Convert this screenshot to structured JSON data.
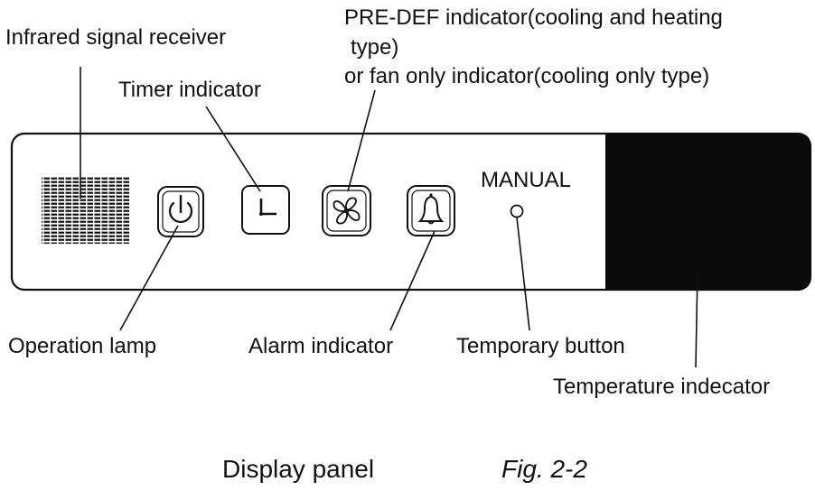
{
  "labels": {
    "infrared": "Infrared signal receiver",
    "timer": "Timer indicator",
    "predef_line1": "PRE-DEF indicator(cooling and heating",
    "predef_line2": "type)",
    "predef_line3": "or fan only indicator(cooling only type)",
    "manual": "MANUAL",
    "operation": "Operation lamp",
    "alarm": "Alarm indicator",
    "temporary": "Temporary button",
    "temperature": "Temperature indecator"
  },
  "caption": {
    "title": "Display panel",
    "fig": "Fig. 2-2"
  },
  "icons": [
    "infrared-receiver-grid",
    "power-icon",
    "clock-icon",
    "fan-icon",
    "bell-icon",
    "button-circle",
    "temperature-display"
  ],
  "colors": {
    "line": "#111111",
    "display": "#0a0a0a"
  }
}
